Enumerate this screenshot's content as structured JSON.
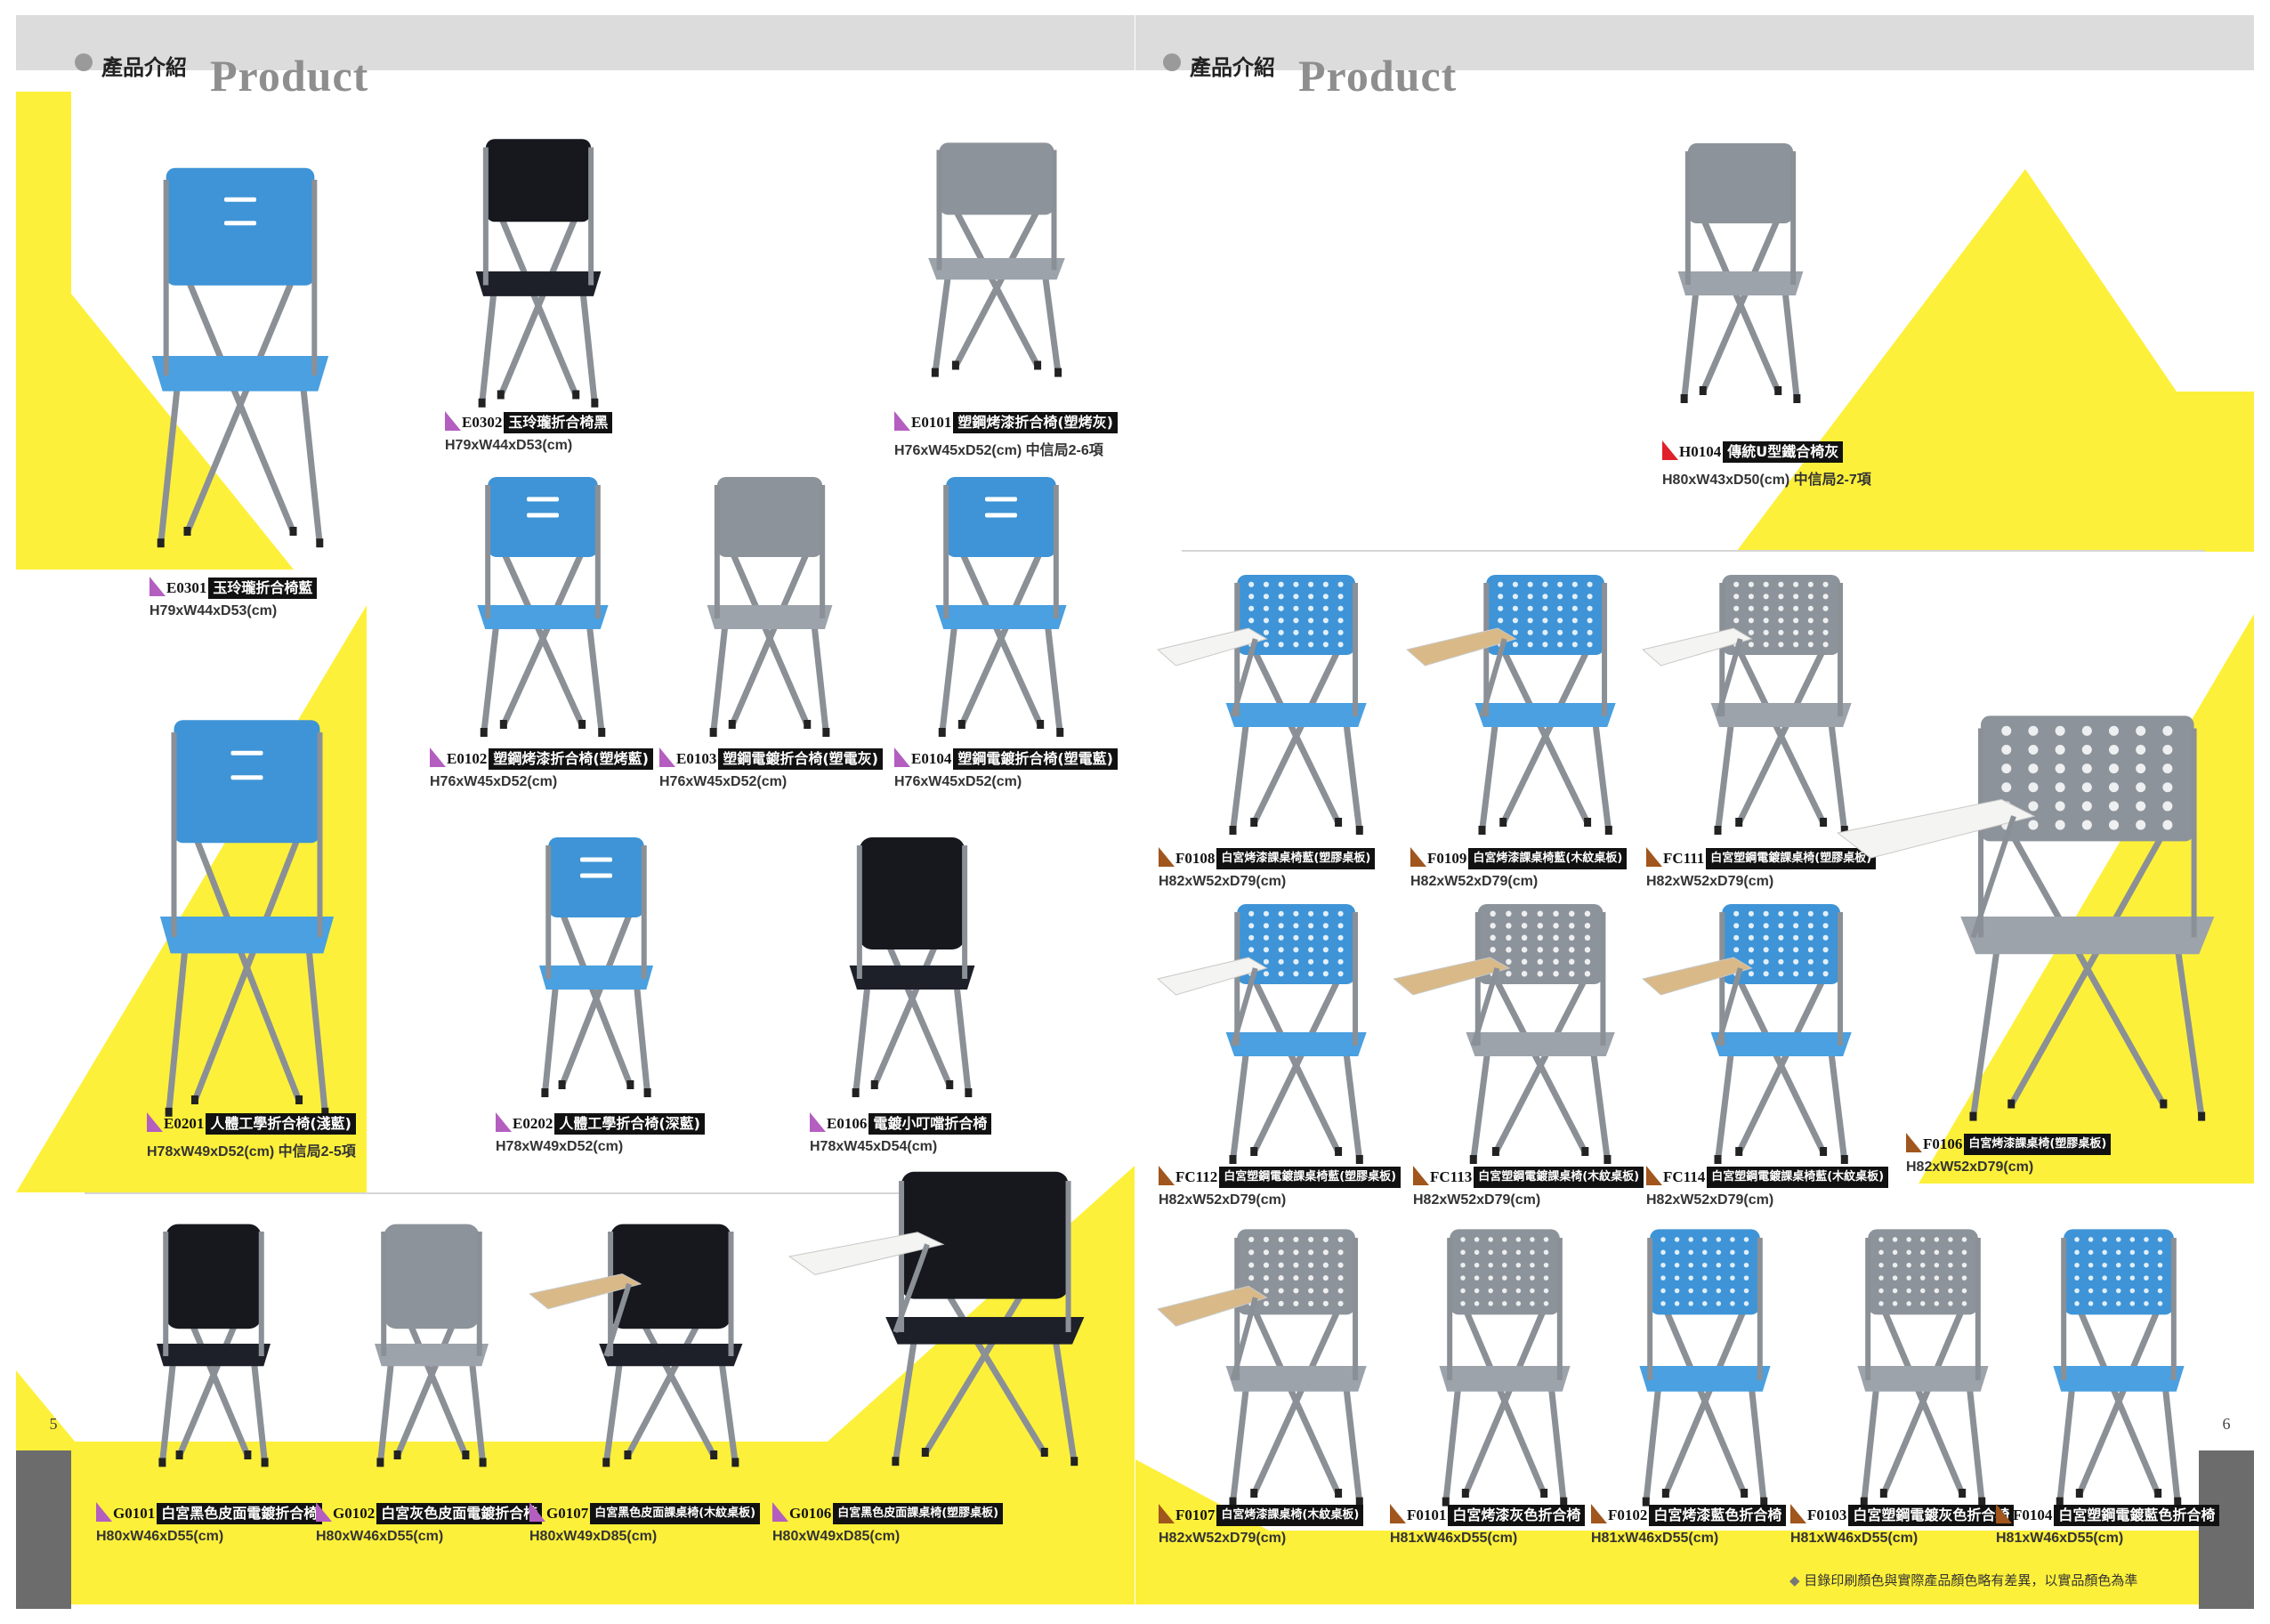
{
  "colors": {
    "yellow": "#fdf03a",
    "blue": "#4a9fdf",
    "grey": "#9aa0a8",
    "dark": "#1b1e25",
    "tag_purple": "#b45ec0",
    "tag_red": "#e0202a",
    "tag_brown": "#a0561c"
  },
  "left_page": {
    "header": {
      "cn": "產品介紹",
      "en": "Product"
    },
    "page_number": "5",
    "products": [
      {
        "code": "E0301",
        "name": "玉玲瓏折合椅藍",
        "dims": "H79xW44xD53(cm)",
        "note": "",
        "color": "blue",
        "style": "plastic",
        "tag": "purple"
      },
      {
        "code": "E0302",
        "name": "玉玲瓏折合椅黑",
        "dims": "H79xW44xD53(cm)",
        "note": "",
        "color": "black",
        "style": "plastic",
        "tag": "purple"
      },
      {
        "code": "E0101",
        "name": "塑鋼烤漆折合椅(塑烤灰)",
        "dims": "H76xW45xD52(cm)",
        "note": "中信局2-6項",
        "color": "grey",
        "style": "plastic",
        "tag": "purple"
      },
      {
        "code": "E0102",
        "name": "塑鋼烤漆折合椅(塑烤藍)",
        "dims": "H76xW45xD52(cm)",
        "note": "",
        "color": "blue",
        "style": "plastic",
        "tag": "purple"
      },
      {
        "code": "E0103",
        "name": "塑鋼電鍍折合椅(塑電灰)",
        "dims": "H76xW45xD52(cm)",
        "note": "",
        "color": "grey",
        "style": "plastic",
        "tag": "purple"
      },
      {
        "code": "E0104",
        "name": "塑鋼電鍍折合椅(塑電藍)",
        "dims": "H76xW45xD52(cm)",
        "note": "",
        "color": "blue",
        "style": "plastic",
        "tag": "purple"
      },
      {
        "code": "E0201",
        "name": "人體工學折合椅(淺藍)",
        "dims": "H78xW49xD52(cm)",
        "note": "中信局2-5項",
        "color": "blue",
        "style": "plastic",
        "tag": "purple"
      },
      {
        "code": "E0202",
        "name": "人體工學折合椅(深藍)",
        "dims": "H78xW49xD52(cm)",
        "note": "",
        "color": "blue",
        "style": "plastic",
        "tag": "purple"
      },
      {
        "code": "E0106",
        "name": "電鍍小叮噹折合椅",
        "dims": "H78xW45xD54(cm)",
        "note": "",
        "color": "black",
        "style": "cushion",
        "tag": "purple"
      },
      {
        "code": "G0101",
        "name": "白宮黑色皮面電鍍折合椅",
        "dims": "H80xW46xD55(cm)",
        "note": "",
        "color": "black",
        "style": "cushion",
        "tag": "purple"
      },
      {
        "code": "G0102",
        "name": "白宮灰色皮面電鍍折合椅",
        "dims": "H80xW46xD55(cm)",
        "note": "",
        "color": "grey",
        "style": "cushion",
        "tag": "purple"
      },
      {
        "code": "G0107",
        "name": "白宮黑色皮面課桌椅(木紋桌板)",
        "dims": "H80xW49xD85(cm)",
        "note": "",
        "color": "black",
        "style": "cushion-desk-wood",
        "tag": "purple"
      },
      {
        "code": "G0106",
        "name": "白宮黑色皮面課桌椅(塑膠桌板)",
        "dims": "H80xW49xD85(cm)",
        "note": "",
        "color": "black",
        "style": "cushion-desk-white",
        "tag": "purple"
      }
    ]
  },
  "right_page": {
    "header": {
      "cn": "產品介紹",
      "en": "Product"
    },
    "page_number": "6",
    "footer_note": "目錄印刷顏色與實際產品顏色略有差異，以實品顏色為準",
    "products": [
      {
        "code": "H0104",
        "name": "傳統U型鐵合椅灰",
        "dims": "H80xW43xD50(cm)",
        "note": "中信局2-7項",
        "color": "grey",
        "style": "plastic",
        "tag": "red"
      },
      {
        "code": "F0108",
        "name": "白宮烤漆課桌椅藍(塑膠桌板)",
        "dims": "H82xW52xD79(cm)",
        "note": "",
        "color": "blue",
        "style": "holes-desk-white",
        "tag": "brown"
      },
      {
        "code": "F0109",
        "name": "白宮烤漆課桌椅藍(木紋桌板)",
        "dims": "H82xW52xD79(cm)",
        "note": "",
        "color": "blue",
        "style": "holes-desk-wood",
        "tag": "brown"
      },
      {
        "code": "FC111",
        "name": "白宮塑鋼電鍍課桌椅(塑膠桌板)",
        "dims": "H82xW52xD79(cm)",
        "note": "",
        "color": "grey",
        "style": "holes-desk-white",
        "tag": "brown"
      },
      {
        "code": "FC112",
        "name": "白宮塑鋼電鍍課桌椅藍(塑膠桌板)",
        "dims": "H82xW52xD79(cm)",
        "note": "",
        "color": "blue",
        "style": "holes-desk-white",
        "tag": "brown"
      },
      {
        "code": "FC113",
        "name": "白宮塑鋼電鍍課桌椅(木紋桌板)",
        "dims": "H82xW52xD79(cm)",
        "note": "",
        "color": "grey",
        "style": "holes-desk-wood",
        "tag": "brown"
      },
      {
        "code": "FC114",
        "name": "白宮塑鋼電鍍課桌椅藍(木紋桌板)",
        "dims": "H82xW52xD79(cm)",
        "note": "",
        "color": "blue",
        "style": "holes-desk-wood",
        "tag": "brown"
      },
      {
        "code": "F0106",
        "name": "白宮烤漆課桌椅(塑膠桌板)",
        "dims": "H82xW52xD79(cm)",
        "note": "",
        "color": "grey",
        "style": "holes-desk-white",
        "tag": "brown"
      },
      {
        "code": "F0107",
        "name": "白宮烤漆課桌椅(木紋桌板)",
        "dims": "H82xW52xD79(cm)",
        "note": "",
        "color": "grey",
        "style": "holes-desk-wood",
        "tag": "brown"
      },
      {
        "code": "F0101",
        "name": "白宮烤漆灰色折合椅",
        "dims": "H81xW46xD55(cm)",
        "note": "",
        "color": "grey",
        "style": "holes",
        "tag": "brown"
      },
      {
        "code": "F0102",
        "name": "白宮烤漆藍色折合椅",
        "dims": "H81xW46xD55(cm)",
        "note": "",
        "color": "blue",
        "style": "holes",
        "tag": "brown"
      },
      {
        "code": "F0103",
        "name": "白宮塑鋼電鍍灰色折合椅",
        "dims": "H81xW46xD55(cm)",
        "note": "",
        "color": "grey",
        "style": "holes",
        "tag": "brown"
      },
      {
        "code": "F0104",
        "name": "白宮塑鋼電鍍藍色折合椅",
        "dims": "H81xW46xD55(cm)",
        "note": "",
        "color": "blue",
        "style": "holes",
        "tag": "brown"
      }
    ]
  }
}
